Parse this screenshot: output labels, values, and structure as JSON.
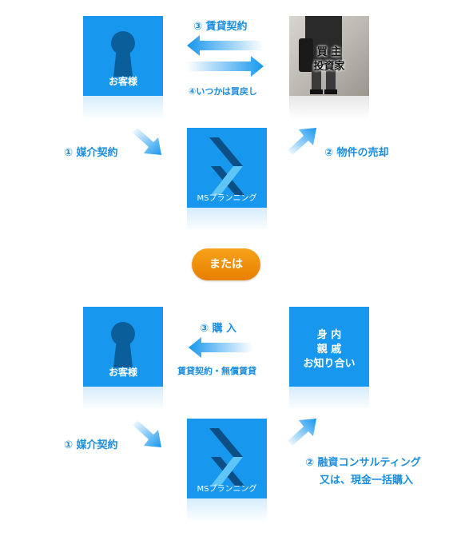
{
  "top": {
    "customer_label": "お客様",
    "buyer_label_1": "買 主",
    "buyer_label_2": "投資家",
    "step3": "③ 賃貸契約",
    "step4": "④いつかは買戻し",
    "step1": "① 媒介契約",
    "step2": "② 物件の売却",
    "company_label": "MSプランニング"
  },
  "or_label": "または",
  "bottom": {
    "customer_label": "お客様",
    "relatives_line1": "身 内",
    "relatives_line2": "親 戚",
    "relatives_line3": "お知り合い",
    "step3": "③ 購 入",
    "step3_sub": "賃貸契約・無償賃貸",
    "step1": "① 媒介契約",
    "step2_line1": "② 融資コンサルティング",
    "step2_line2": "又は、現金一括購入",
    "company_label": "MSプランニング"
  },
  "colors": {
    "tile_blue": "#1797ee",
    "text_blue": "#1b8ee0",
    "orange": "#f08d0c"
  }
}
